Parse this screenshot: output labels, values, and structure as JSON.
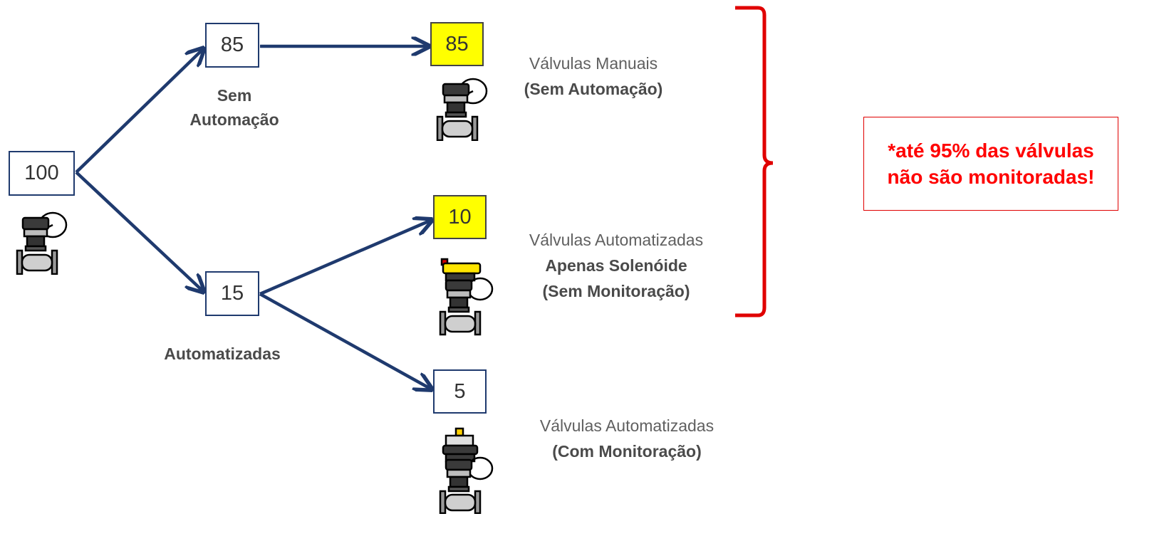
{
  "nodes": {
    "total": "100",
    "sem_automacao": "85",
    "automatizadas": "15",
    "manuais": "85",
    "solenoide": "10",
    "monitoradas": "5"
  },
  "branch_labels": {
    "sem_automacao_l1": "Sem",
    "sem_automacao_l2": "Automação",
    "automatizadas": "Automatizadas"
  },
  "descriptions": {
    "manuais": {
      "line1": "Válvulas Manuais",
      "line2": "(Sem Automação)"
    },
    "solenoide": {
      "line1": "Válvulas Automatizadas",
      "line2": "Apenas Solenóide",
      "line3": "(Sem Monitoração)"
    },
    "monitoradas": {
      "line1": "Válvulas Automatizadas",
      "line2": "(Com Monitoração)"
    }
  },
  "note": {
    "line1": "*até 95% das válvulas",
    "line2": "não são monitoradas!"
  },
  "colors": {
    "arrow": "#1f3a6e",
    "highlight": "#ffff00",
    "brace": "#e00000",
    "note_text": "#ff0000"
  },
  "icons": [
    "manual-valve-icon",
    "solenoid-valve-icon",
    "monitored-valve-icon"
  ]
}
